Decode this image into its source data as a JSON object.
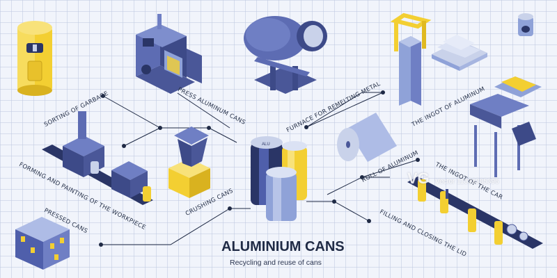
{
  "title": "ALUMINIUM CANS",
  "subtitle": "Recycling and reuse of cans",
  "steps": {
    "sorting": "SORTING OF GARBAGE",
    "press": "PRESS ALUMINUM CANS",
    "furnace": "FURNACE FOR REMELTING METAL",
    "ingot": "THE INGOT OF ALUMINUM",
    "forming": "FORMING AND PAINTING OF THE WORKPIECE",
    "crushing": "CRUSHING CANS",
    "roll": "ROLL OF ALUMINUM",
    "lid": "THE INGOT OF THE CAR",
    "pressed": "PRESSED CANS",
    "filling": "FILLING AND CLOSING THE LID"
  },
  "can_label": "ALU",
  "watermark": "VG",
  "watermark_url": "Vector 11333385396",
  "colors": {
    "yellow": "#f3cf32",
    "blue": "#4f5fab",
    "blue_light": "#8fa2d8",
    "navy": "#2a3566",
    "line": "#1f2a45",
    "background": "#f1f4fb"
  }
}
